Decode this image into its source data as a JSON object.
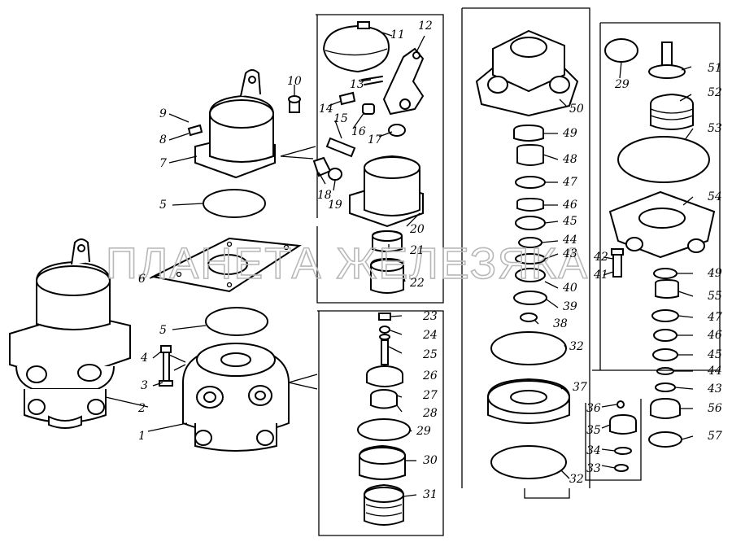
{
  "watermark": "ПЛАНЕТА ЖЕЛЕЗЯКА",
  "callouts": [
    "1",
    "2",
    "3",
    "4",
    "5",
    "5",
    "6",
    "7",
    "8",
    "9",
    "10",
    "11",
    "12",
    "13",
    "14",
    "15",
    "16",
    "17",
    "18",
    "19",
    "20",
    "21",
    "22",
    "23",
    "24",
    "25",
    "26",
    "27",
    "28",
    "29",
    "29",
    "30",
    "31",
    "32",
    "32",
    "33",
    "34",
    "35",
    "36",
    "37",
    "38",
    "39",
    "40",
    "41",
    "42",
    "43",
    "43",
    "44",
    "44",
    "45",
    "45",
    "46",
    "46",
    "47",
    "47",
    "48",
    "49",
    "49",
    "50",
    "51",
    "52",
    "53",
    "54",
    "55",
    "56",
    "57"
  ]
}
